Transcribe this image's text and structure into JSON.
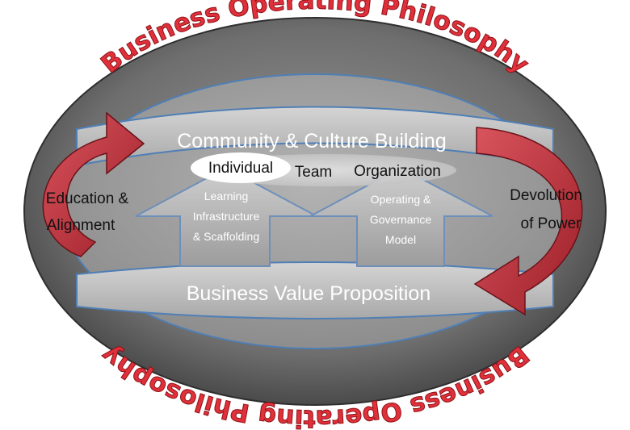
{
  "diagram": {
    "arc_top": "Business Operating Philosophy",
    "arc_bottom": "Business Operating Philosophy",
    "top_banner": "Community & Culture Building",
    "bottom_banner": "Business Value Proposition",
    "levels": [
      "Individual",
      "Team",
      "Organization"
    ],
    "left_side": [
      "Education &",
      "Alignment"
    ],
    "right_side": [
      "Devolution",
      "of Power"
    ],
    "left_arrow": [
      "Learning",
      "Infrastructure",
      "& Scaffolding"
    ],
    "right_arrow": [
      "Operating &",
      "Governance",
      "Model"
    ],
    "colors": {
      "outer_ellipse": "#4a4a4a",
      "inner_ellipse": "#8e8e8e",
      "banner": "#b9b9b9",
      "cycle_arrows": "#c0343f",
      "arc_text": "#e0303a"
    }
  }
}
